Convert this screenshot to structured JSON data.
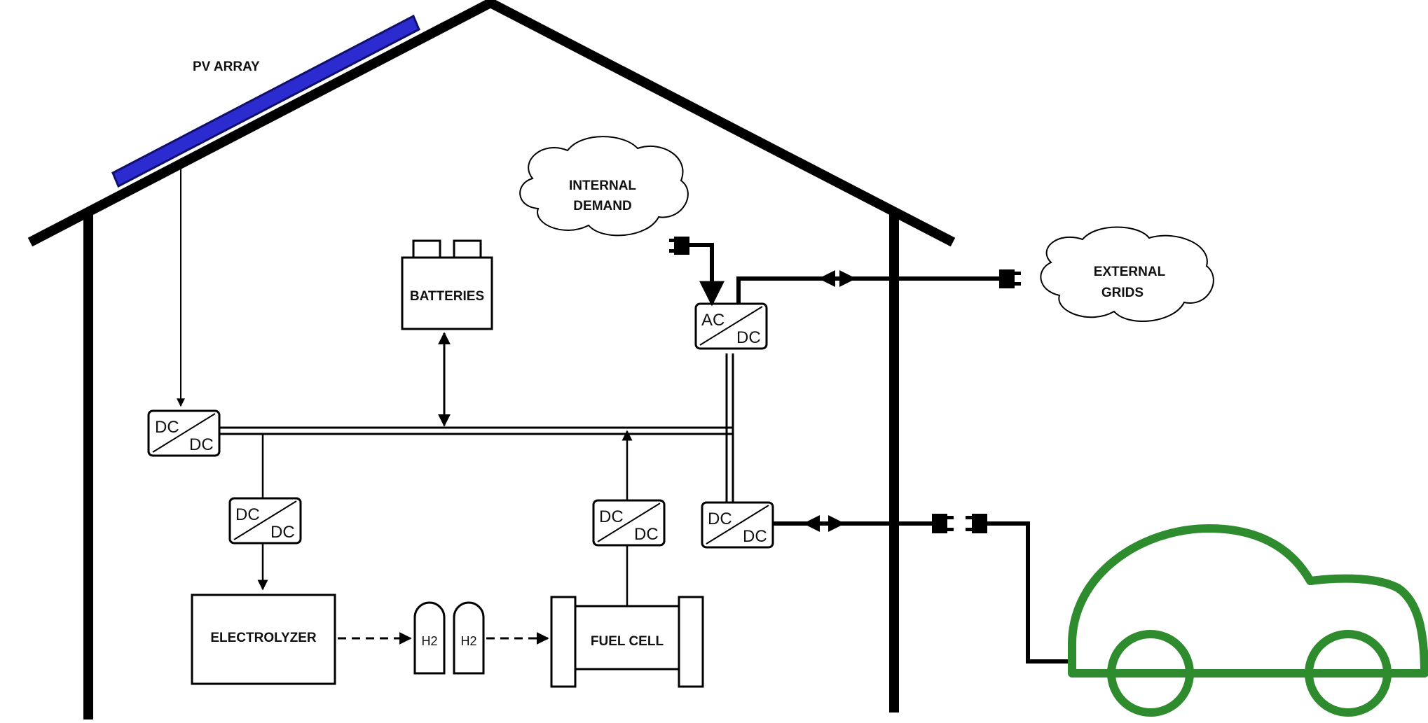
{
  "labels": {
    "pv_array": "PV ARRAY",
    "batteries": "BATTERIES",
    "internal_demand_1": "INTERNAL",
    "internal_demand_2": "DEMAND",
    "external_grids_1": "EXTERNAL",
    "external_grids_2": "GRIDS",
    "electrolyzer": "ELECTROLYZER",
    "fuel_cell": "FUEL CELL",
    "h2": "H2",
    "dc": "DC",
    "ac": "AC"
  },
  "colors": {
    "line": "#000000",
    "pv_panel": "#2b2bd0",
    "car": "#2e8b2e",
    "cloud": "#ffffff"
  }
}
